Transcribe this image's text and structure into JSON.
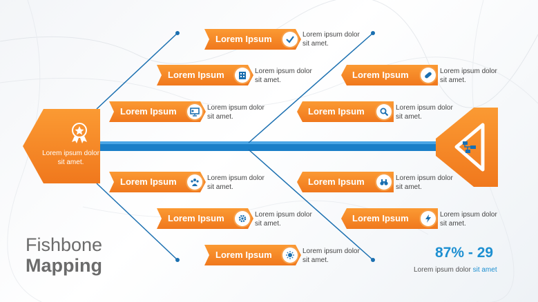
{
  "title": {
    "line1": "Fishbone",
    "line2": "Mapping"
  },
  "head": {
    "text": "Lorem ipsum dolor sit amet.",
    "icon": "medal-icon"
  },
  "tail": {
    "icon": "flowchart-icon"
  },
  "stat": {
    "value": "87% - 29",
    "sub_prefix": "Lorem ipsum dolor ",
    "sub_highlight": "sit amet"
  },
  "colors": {
    "accent": "#f0781d",
    "spine": "#1a7fc8",
    "text_blue": "#1d8fd1"
  },
  "items": [
    {
      "label": "Lorem Ipsum",
      "desc": "Lorem ipsum dolor sit amet.",
      "icon": "check-badge-icon"
    },
    {
      "label": "Lorem Ipsum",
      "desc": "Lorem ipsum dolor sit amet.",
      "icon": "building-icon"
    },
    {
      "label": "Lorem Ipsum",
      "desc": "Lorem ipsum dolor sit amet.",
      "icon": "presentation-icon"
    },
    {
      "label": "Lorem Ipsum",
      "desc": "Lorem ipsum dolor sit amet.",
      "icon": "team-icon"
    },
    {
      "label": "Lorem Ipsum",
      "desc": "Lorem ipsum dolor sit amet.",
      "icon": "gear-icon"
    },
    {
      "label": "Lorem Ipsum",
      "desc": "Lorem ipsum dolor sit amet.",
      "icon": "sun-icon"
    },
    {
      "label": "Lorem Ipsum",
      "desc": "Lorem ipsum dolor sit amet.",
      "icon": "pill-icon"
    },
    {
      "label": "Lorem Ipsum",
      "desc": "Lorem ipsum dolor sit amet.",
      "icon": "search-icon"
    },
    {
      "label": "Lorem Ipsum",
      "desc": "Lorem ipsum dolor sit amet.",
      "icon": "binoculars-icon"
    },
    {
      "label": "Lorem Ipsum",
      "desc": "Lorem ipsum dolor sit amet.",
      "icon": "lightning-icon"
    }
  ]
}
